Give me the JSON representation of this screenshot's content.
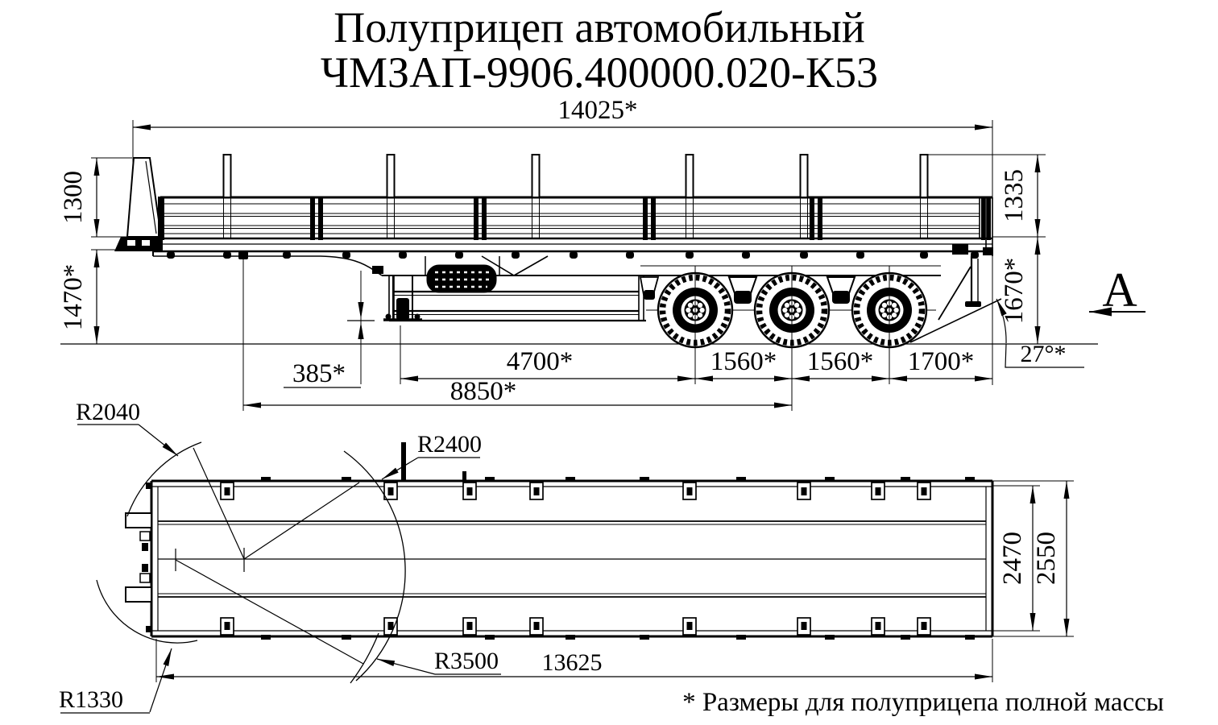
{
  "title": {
    "line1": "Полуприцеп автомобильный",
    "line2": "ЧМЗАП-9906.400000.020-К53"
  },
  "footnote": "* Размеры для полуприцепа полной массы",
  "view_arrow_label": "А",
  "colors": {
    "line": "#000000",
    "background": "#ffffff"
  },
  "side_view": {
    "dims": {
      "overall_length": "14025*",
      "front_board_height": "1300",
      "front_platform_height": "1470*",
      "rear_board_height": "1335",
      "rear_platform_height": "1670*",
      "ramp_angle": "27°*",
      "kingpin_offset": "385*",
      "kingpin_to_first_axle": "4700*",
      "front_to_bogie_center": "8850*",
      "axle_spacing_1": "1560*",
      "axle_spacing_2": "1560*",
      "rear_overhang": "1700*"
    }
  },
  "top_view": {
    "dims": {
      "platform_length": "13625",
      "platform_width": "2470",
      "overall_width": "2550",
      "front_corner_radius": "R2040",
      "front_swing_radius": "R2400",
      "rear_corner_radius": "R1330",
      "rear_swing_radius": "R3500"
    }
  }
}
